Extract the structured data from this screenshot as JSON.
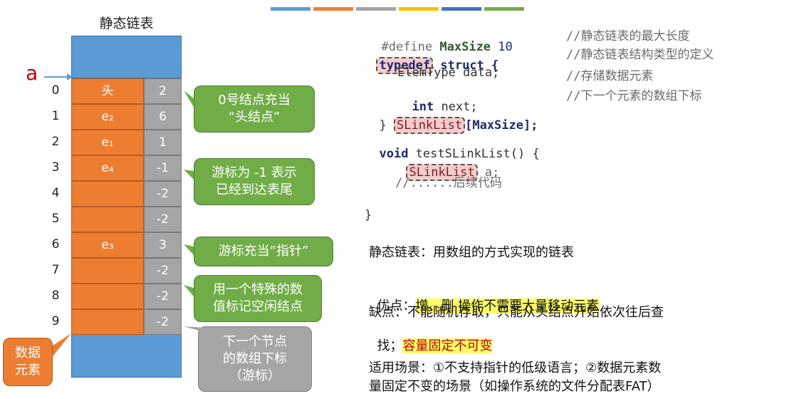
{
  "top_bar_colors": [
    "#5b9bd5",
    "#ed7d31",
    "#a5a5a5",
    "#ffc000",
    "#4472c4",
    "#70ad47"
  ],
  "diagram": {
    "title": "静态链表",
    "pointer_label": "a",
    "rows": [
      {
        "index": "0",
        "value": "头",
        "cursor": "2"
      },
      {
        "index": "1",
        "value": "e₂",
        "cursor": "6"
      },
      {
        "index": "2",
        "value": "e₁",
        "cursor": "1"
      },
      {
        "index": "3",
        "value": "e₄",
        "cursor": "-1"
      },
      {
        "index": "4",
        "value": "",
        "cursor": "-2"
      },
      {
        "index": "5",
        "value": "",
        "cursor": "-2"
      },
      {
        "index": "6",
        "value": "e₃",
        "cursor": "3"
      },
      {
        "index": "7",
        "value": "",
        "cursor": "-2"
      },
      {
        "index": "8",
        "value": "",
        "cursor": "-2"
      },
      {
        "index": "9",
        "value": "",
        "cursor": "-2"
      }
    ],
    "callouts": {
      "head": "0号结点充当\n“头结点”",
      "tail": "游标为 -1 表示\n已经到达表尾",
      "pointer": "游标充当“指针”",
      "free": "用一个特殊的数\n值标记空闲结点",
      "next": "下一个节点\n的数组下标\n（游标）",
      "element": "数据\n元素"
    }
  },
  "code": {
    "l1_kw": "#define",
    "l1_name": "MaxSize",
    "l1_val": "10",
    "l1_cm": "//静态链表的最大长度",
    "l2_kw": "typedef",
    "l2_rest": "struct {",
    "l2_cm": "//静态链表结构类型的定义",
    "l3": "ElemType data;",
    "l3_cm": "//存储数据元素",
    "l4_kw": "int",
    "l4_rest": "next;",
    "l4_cm": "//下一个元素的数组下标",
    "l5_a": "}",
    "l5_type": "SLinkList",
    "l5_b": "[MaxSize];",
    "l6_kw": "void",
    "l6_rest": "testSLinkList() {",
    "l7_type": "SLinkList",
    "l7_rest": "a;",
    "l8": "//......后续代码",
    "l9": "}"
  },
  "notes": {
    "def": "静态链表：用数组的方式实现的链表",
    "pros_label": "优点：",
    "pros": "增、删 操作不需要大量移动元素",
    "cons_line1": "缺点：不能随机存取，只能从头结点开始依次往后查",
    "cons_line2_a": "找；",
    "cons_line2_b": "容量固定不可变",
    "use_line1": "适用场景：①不支持指针的低级语言；②数据元素数",
    "use_line2": "量固定不变的场景（如操作系统的文件分配表FAT）"
  }
}
